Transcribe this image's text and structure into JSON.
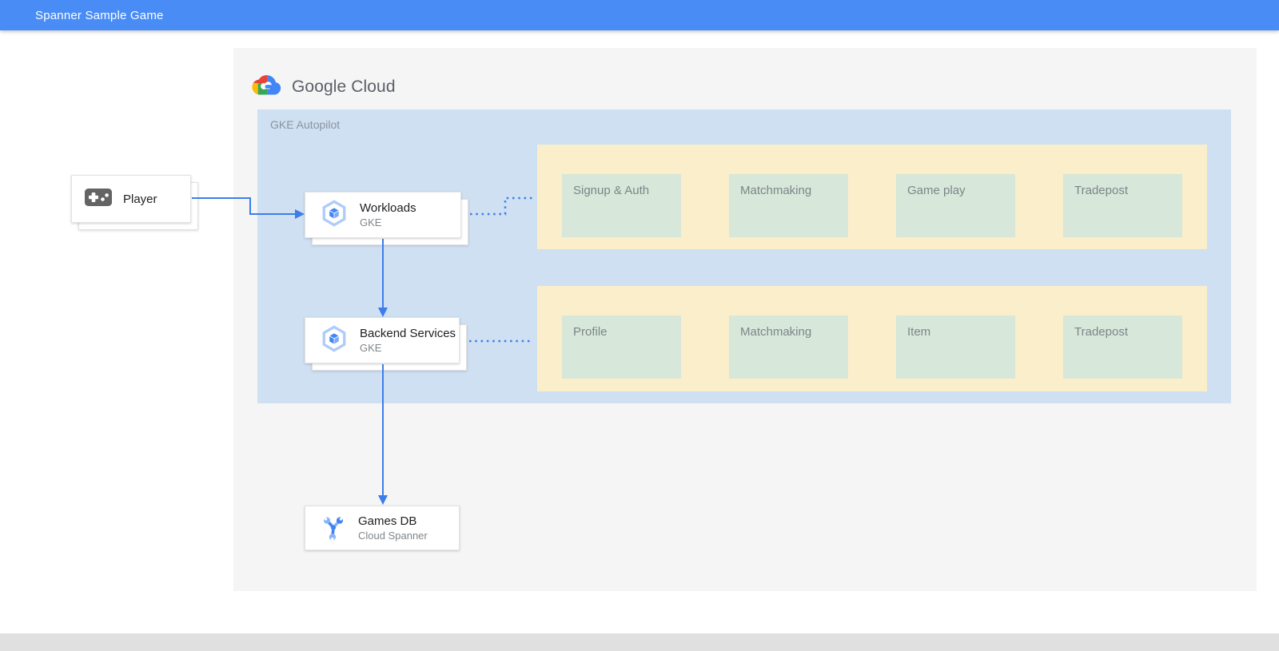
{
  "header": {
    "title": "Spanner Sample Game"
  },
  "logo": {
    "label": "Google Cloud"
  },
  "gke": {
    "label": "GKE Autopilot"
  },
  "nodes": {
    "player": {
      "label": "Player"
    },
    "workloads": {
      "title": "Workloads",
      "subtitle": "GKE"
    },
    "backend_services": {
      "title": "Backend Services",
      "subtitle": "GKE"
    },
    "games_db": {
      "title": "Games DB",
      "subtitle": "Cloud Spanner"
    }
  },
  "rows": [
    {
      "services": [
        "Signup & Auth",
        "Matchmaking",
        "Game play",
        "Tradepost"
      ]
    },
    {
      "services": [
        "Profile",
        "Matchmaking",
        "Item",
        "Tradepost"
      ]
    }
  ],
  "colors": {
    "header_bg": "#4A8CF5",
    "canvas_bg": "#F5F5F6",
    "gke_container_bg": "#CFE0F2",
    "service_row_bg": "#FBEECB",
    "service_box_bg": "#D7E7D9",
    "connector_blue": "#3D7DEB",
    "footer_bg": "#E0E0E0"
  }
}
